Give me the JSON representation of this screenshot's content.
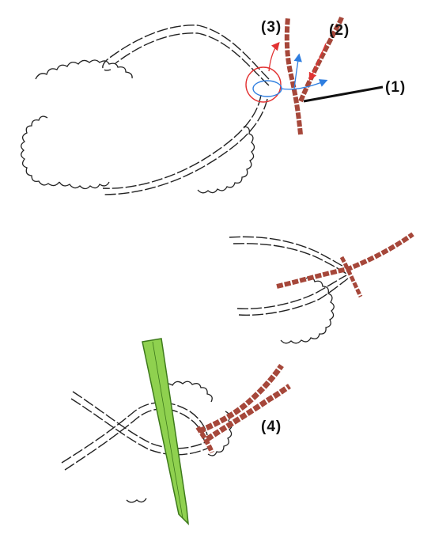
{
  "labels": {
    "step1": "(1)",
    "step2": "(2)",
    "step3": "(3)",
    "step4": "(4)"
  },
  "colors": {
    "background": "#ffffff",
    "outline": "#222222",
    "red_cord": "#a6473a",
    "red_cord_dark": "#6e2a22",
    "green_stick": "#8fd14f",
    "green_stick_dark": "#3e7a1c",
    "arrow_red": "#e23232",
    "arrow_blue": "#2f7ee0",
    "pointer_line": "#111111"
  }
}
